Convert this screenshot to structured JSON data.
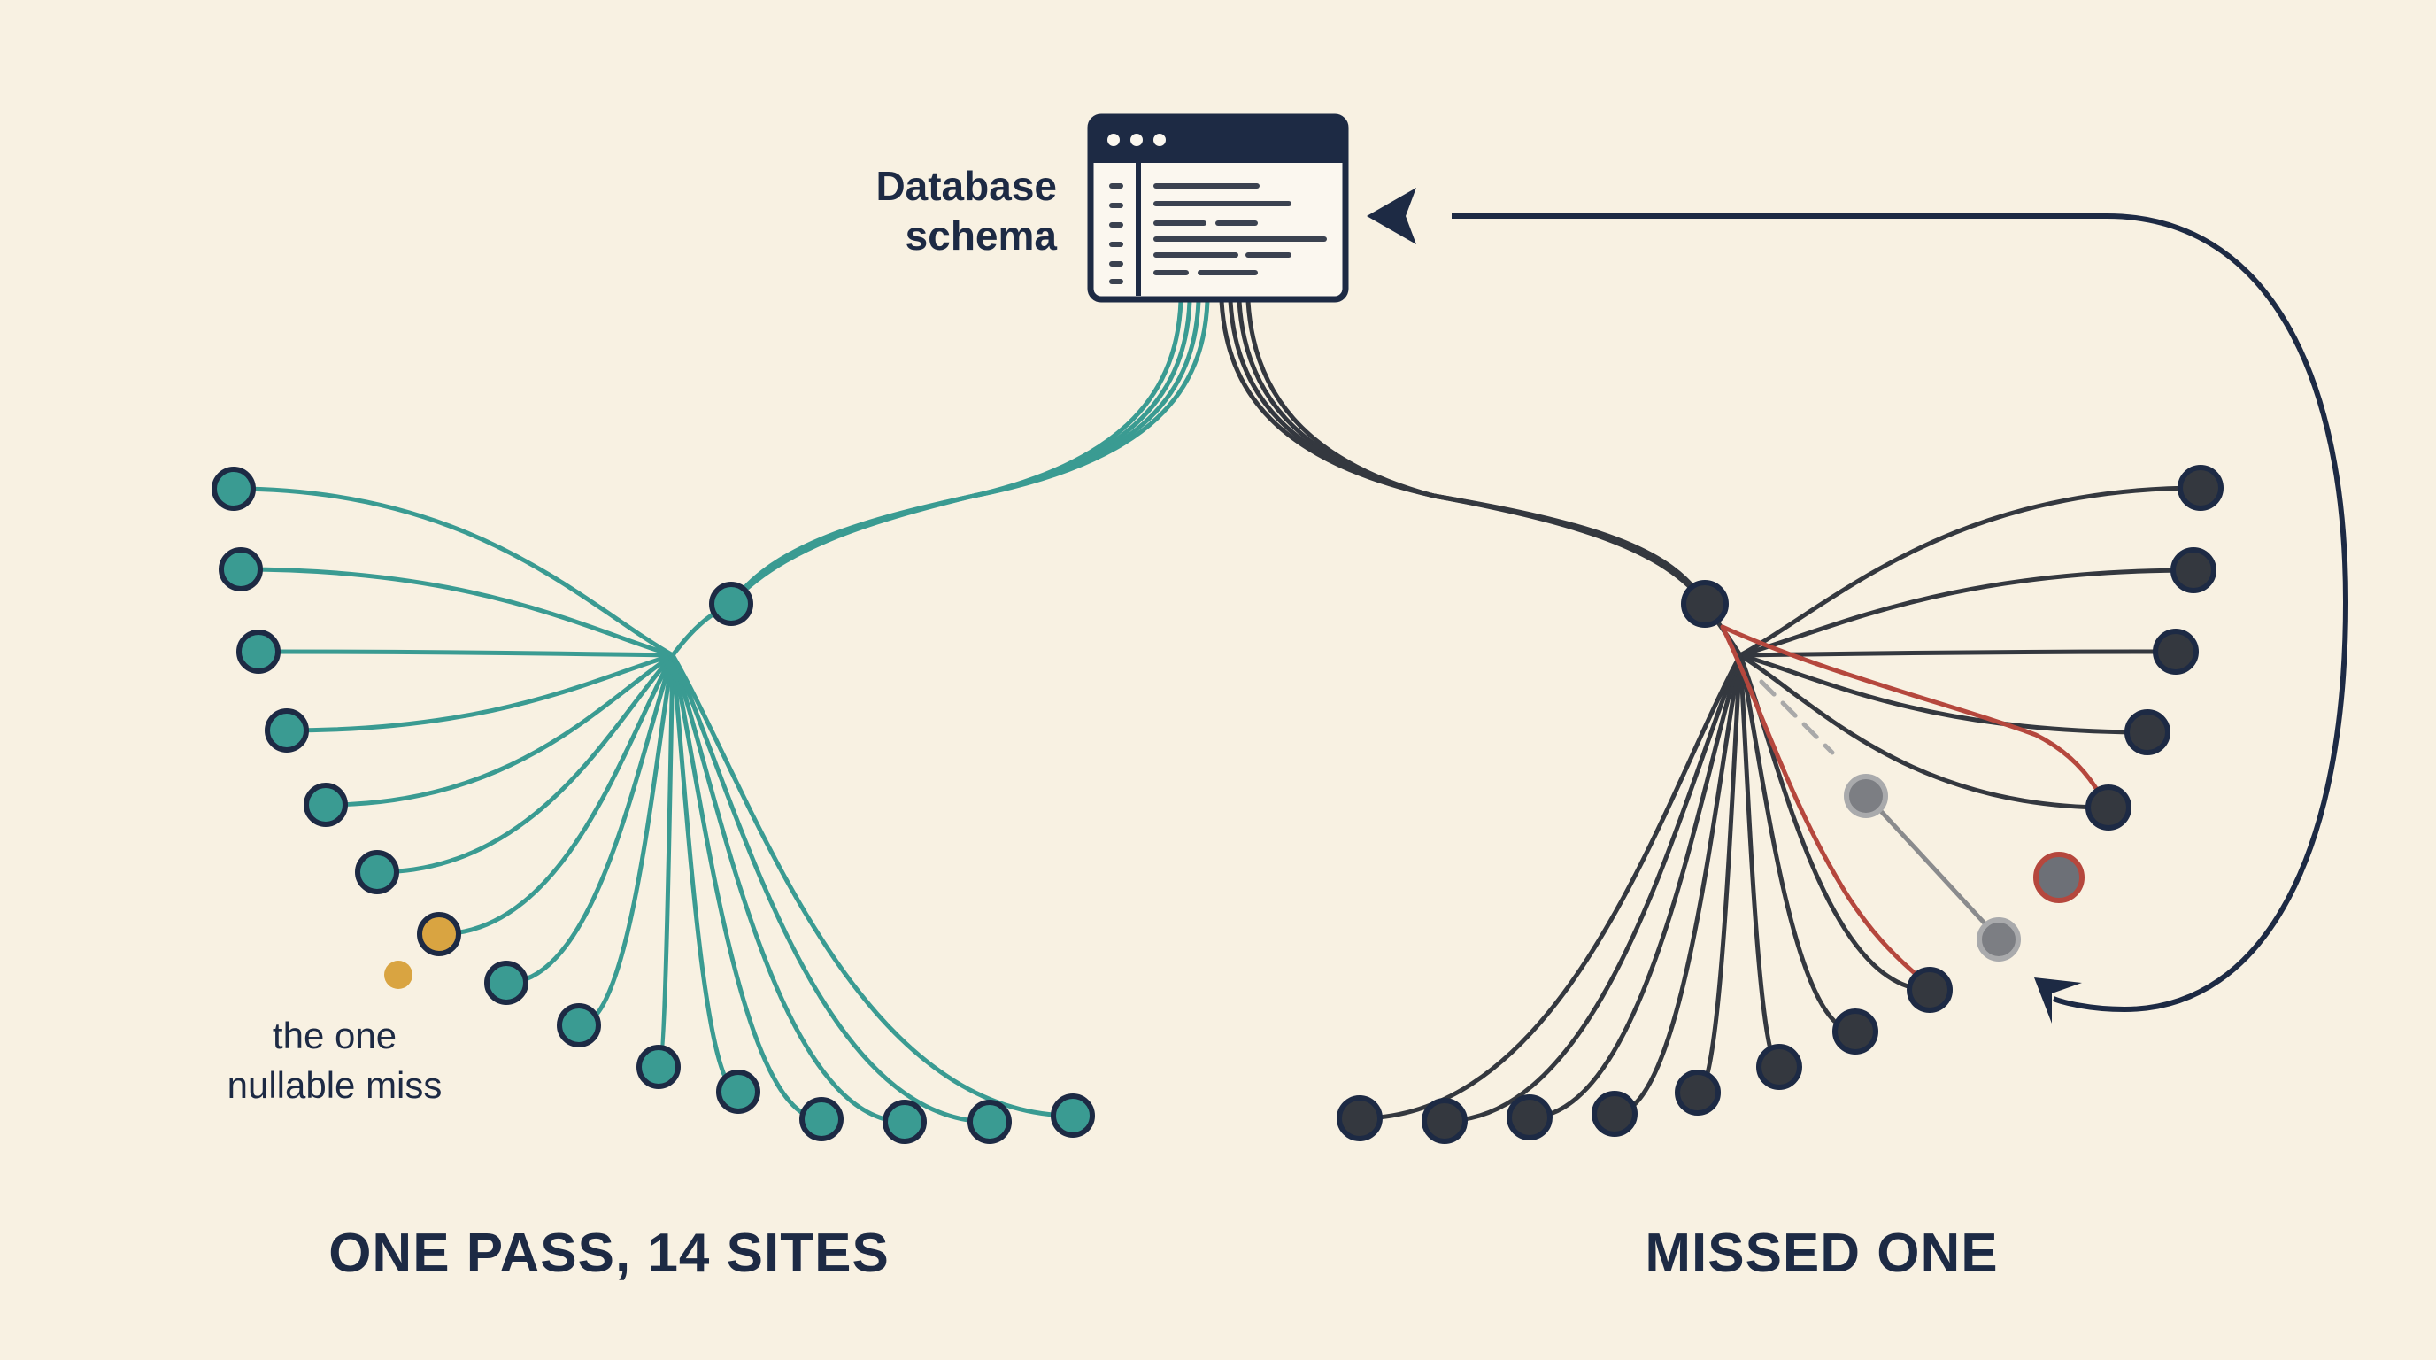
{
  "schema": {
    "label_line1": "Database",
    "label_line2": "schema",
    "icon": "database-schema-window-icon"
  },
  "left_panel": {
    "title": "ONE PASS, 14 SITES",
    "annotation_line1": "the one",
    "annotation_line2": "nullable miss",
    "site_count": 15,
    "highlighted_site": 7
  },
  "right_panel": {
    "title": "MISSED ONE",
    "site_count": 15,
    "missed_sites": 2,
    "flagged_sites": 1
  },
  "colors": {
    "background": "#f8f1e2",
    "teal": "#3a9b92",
    "navy": "#1d2a44",
    "dark_node": "#34383f",
    "amber": "#d9a441",
    "red": "#b5473d",
    "gray": "#8a8b8d"
  }
}
